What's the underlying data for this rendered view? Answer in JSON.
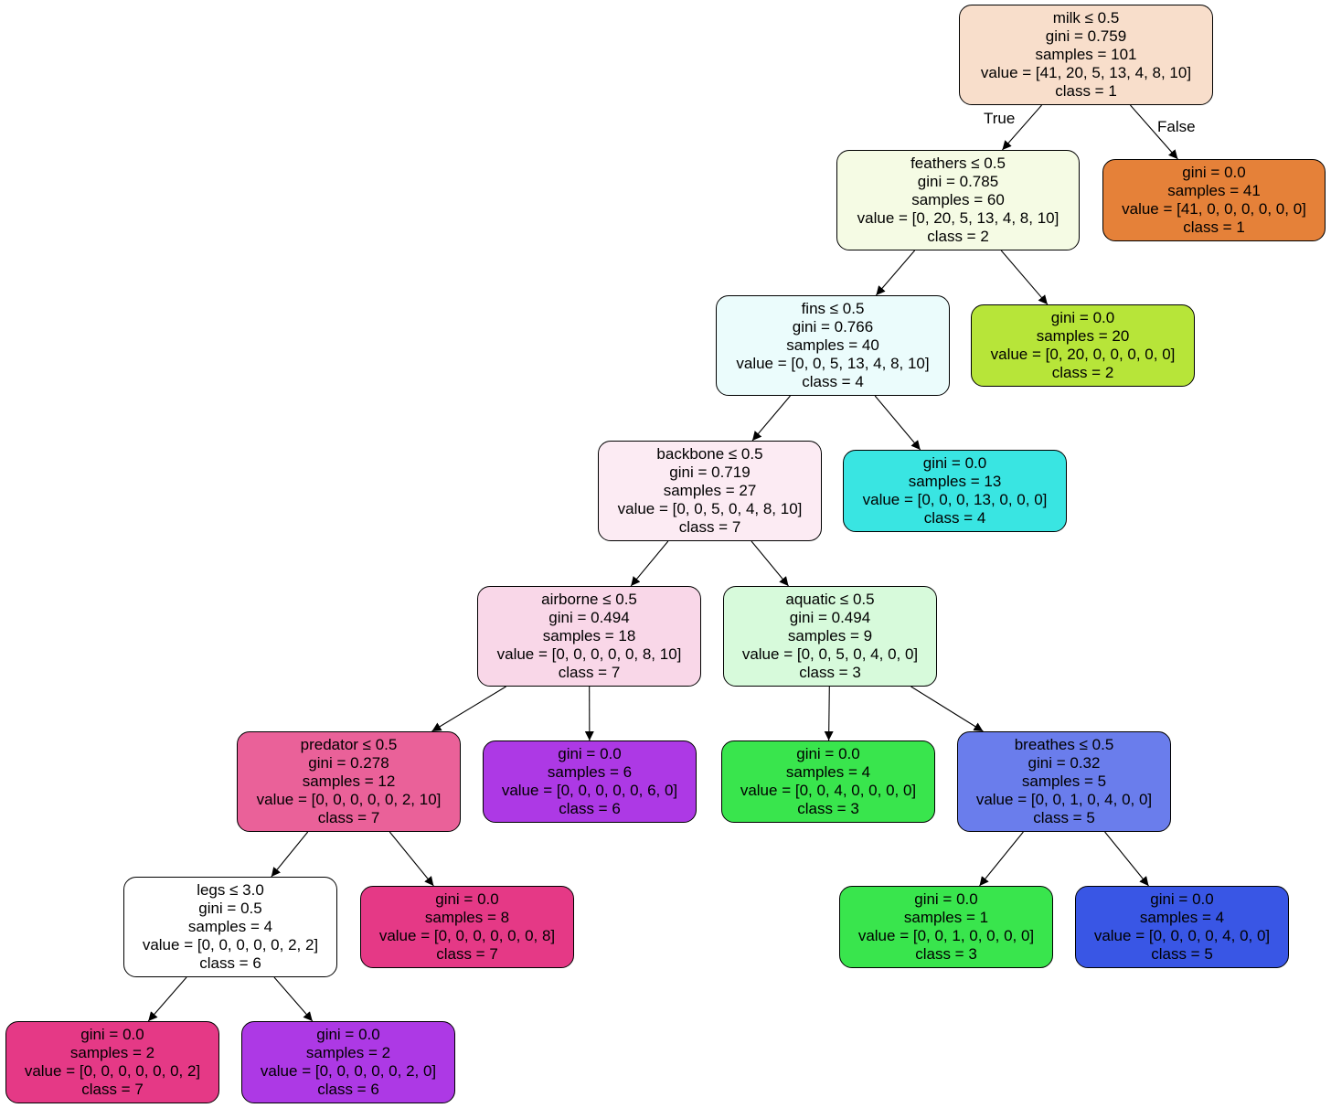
{
  "tree": {
    "edge_labels": {
      "true_label": "True",
      "false_label": "False"
    },
    "nodes": [
      {
        "id": "n0",
        "split": "milk ≤ 0.5",
        "gini": "gini = 0.759",
        "samples": "samples = 101",
        "value": "value = [41, 20, 5, 13, 4, 8, 10]",
        "class": "class = 1",
        "color": "#f8decb"
      },
      {
        "id": "n1",
        "split": "feathers ≤ 0.5",
        "gini": "gini = 0.785",
        "samples": "samples = 60",
        "value": "value = [0, 20, 5, 13, 4, 8, 10]",
        "class": "class = 2",
        "color": "#f5fbe4"
      },
      {
        "id": "n2",
        "split": "",
        "gini": "gini = 0.0",
        "samples": "samples = 41",
        "value": "value = [41, 0, 0, 0, 0, 0, 0]",
        "class": "class = 1",
        "color": "#e58139"
      },
      {
        "id": "n3",
        "split": "fins ≤ 0.5",
        "gini": "gini = 0.766",
        "samples": "samples = 40",
        "value": "value = [0, 0, 5, 13, 4, 8, 10]",
        "class": "class = 4",
        "color": "#ebfcfc"
      },
      {
        "id": "n4",
        "split": "",
        "gini": "gini = 0.0",
        "samples": "samples = 20",
        "value": "value = [0, 20, 0, 0, 0, 0, 0]",
        "class": "class = 2",
        "color": "#b7e539"
      },
      {
        "id": "n5",
        "split": "backbone ≤ 0.5",
        "gini": "gini = 0.719",
        "samples": "samples = 27",
        "value": "value = [0, 0, 5, 0, 4, 8, 10]",
        "class": "class = 7",
        "color": "#fcebf3"
      },
      {
        "id": "n6",
        "split": "",
        "gini": "gini = 0.0",
        "samples": "samples = 13",
        "value": "value = [0, 0, 0, 13, 0, 0, 0]",
        "class": "class = 4",
        "color": "#39e5e2"
      },
      {
        "id": "n7",
        "split": "airborne ≤ 0.5",
        "gini": "gini = 0.494",
        "samples": "samples = 18",
        "value": "value = [0, 0, 0, 0, 0, 8, 10]",
        "class": "class = 7",
        "color": "#f9d7e8"
      },
      {
        "id": "n8",
        "split": "aquatic ≤ 0.5",
        "gini": "gini = 0.494",
        "samples": "samples = 9",
        "value": "value = [0, 0, 5, 0, 4, 0, 0]",
        "class": "class = 3",
        "color": "#d7fadb"
      },
      {
        "id": "n9",
        "split": "predator ≤ 0.5",
        "gini": "gini = 0.278",
        "samples": "samples = 12",
        "value": "value = [0, 0, 0, 0, 0, 2, 10]",
        "class": "class = 7",
        "color": "#ea6199"
      },
      {
        "id": "n10",
        "split": "",
        "gini": "gini = 0.0",
        "samples": "samples = 6",
        "value": "value = [0, 0, 0, 0, 0, 6, 0]",
        "class": "class = 6",
        "color": "#ad39e5"
      },
      {
        "id": "n11",
        "split": "",
        "gini": "gini = 0.0",
        "samples": "samples = 4",
        "value": "value = [0, 0, 4, 0, 0, 0, 0]",
        "class": "class = 3",
        "color": "#39e54d"
      },
      {
        "id": "n12",
        "split": "breathes ≤ 0.5",
        "gini": "gini = 0.32",
        "samples": "samples = 5",
        "value": "value = [0, 0, 1, 0, 4, 0, 0]",
        "class": "class = 5",
        "color": "#6a7dec"
      },
      {
        "id": "n13",
        "split": "legs ≤ 3.0",
        "gini": "gini = 0.5",
        "samples": "samples = 4",
        "value": "value = [0, 0, 0, 0, 0, 2, 2]",
        "class": "class = 6",
        "color": "#ffffff"
      },
      {
        "id": "n14",
        "split": "",
        "gini": "gini = 0.0",
        "samples": "samples = 8",
        "value": "value = [0, 0, 0, 0, 0, 0, 8]",
        "class": "class = 7",
        "color": "#e53986"
      },
      {
        "id": "n15",
        "split": "",
        "gini": "gini = 0.0",
        "samples": "samples = 1",
        "value": "value = [0, 0, 1, 0, 0, 0, 0]",
        "class": "class = 3",
        "color": "#39e54d"
      },
      {
        "id": "n16",
        "split": "",
        "gini": "gini = 0.0",
        "samples": "samples = 4",
        "value": "value = [0, 0, 0, 0, 4, 0, 0]",
        "class": "class = 5",
        "color": "#3956e5"
      },
      {
        "id": "n17",
        "split": "",
        "gini": "gini = 0.0",
        "samples": "samples = 2",
        "value": "value = [0, 0, 0, 0, 0, 0, 2]",
        "class": "class = 7",
        "color": "#e53986"
      },
      {
        "id": "n18",
        "split": "",
        "gini": "gini = 0.0",
        "samples": "samples = 2",
        "value": "value = [0, 0, 0, 0, 0, 2, 0]",
        "class": "class = 6",
        "color": "#ad39e5"
      }
    ],
    "edges": [
      {
        "from": "n0",
        "to": "n1",
        "label": "true_label"
      },
      {
        "from": "n0",
        "to": "n2",
        "label": "false_label"
      },
      {
        "from": "n1",
        "to": "n3"
      },
      {
        "from": "n1",
        "to": "n4"
      },
      {
        "from": "n3",
        "to": "n5"
      },
      {
        "from": "n3",
        "to": "n6"
      },
      {
        "from": "n5",
        "to": "n7"
      },
      {
        "from": "n5",
        "to": "n8"
      },
      {
        "from": "n7",
        "to": "n9"
      },
      {
        "from": "n7",
        "to": "n10"
      },
      {
        "from": "n8",
        "to": "n11"
      },
      {
        "from": "n8",
        "to": "n12"
      },
      {
        "from": "n9",
        "to": "n13"
      },
      {
        "from": "n9",
        "to": "n14"
      },
      {
        "from": "n12",
        "to": "n15"
      },
      {
        "from": "n12",
        "to": "n16"
      },
      {
        "from": "n13",
        "to": "n17"
      },
      {
        "from": "n13",
        "to": "n18"
      }
    ]
  }
}
